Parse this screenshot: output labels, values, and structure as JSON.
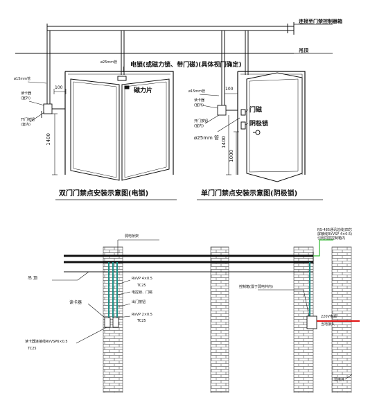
{
  "labels": {
    "to_controller_box": "连接至门禁控制器箱",
    "ceiling_top": "吊顶",
    "conduit_25_double": "ø25mm管",
    "lock_note": "电锁(或磁力锁、带门磁)(具体视门确定)",
    "conduit_15_left": "ø15mm管",
    "reader_left": "读卡器\n(室外)",
    "dim_100_left": "100",
    "magnet_plate": "磁力片",
    "exit_button_left": "开门按钮\n(室内)",
    "dim_1400_left": "1400",
    "conduit_15_right": "ø15mm管",
    "reader_right": "读卡器\n(室外)",
    "dim_100_right": "100",
    "exit_button_right": "开门按钮\n(室内)",
    "conduit_25_single": "ø25mm 管",
    "door_magnet": "门磁",
    "bolt_lock": "阴极锁",
    "dim_1400_right": "1400",
    "dim_1000_right": "1000",
    "caption_double": "双门门禁点安装示意图(电锁)",
    "caption_single": "单门门禁点安装示意图(阴极锁)",
    "cable_tray": "弱电桥架",
    "rs485_note": "RS-485通讯总线(四芯\n屏蔽线RVVSP 4×0.5)\n引到同层控制箱内",
    "ceiling_bottom": "吊 顶",
    "cable1": "RVVP 4×0.5",
    "tc25_1": "TC25",
    "lock_magnet": "电控锁、门磁",
    "exit_button": "出门按钮",
    "cable2": "RVVP 2×0.5",
    "tc25_2": "TC25",
    "card_reader": "读卡器",
    "reader_cable": "读卡器连接线RVVSP6×0.5",
    "tc25_3": "TC25",
    "control_box": "控制箱(置于弱电井内)",
    "power_220": "220V电源",
    "local_access": "当地接入",
    "weak_shaft": "弱电井"
  },
  "colors": {
    "line": "#111111",
    "brick": "#6b6b6b",
    "teal_cable": "#1e8f86",
    "green_cable": "#2db82d",
    "red_power": "#e01010"
  }
}
